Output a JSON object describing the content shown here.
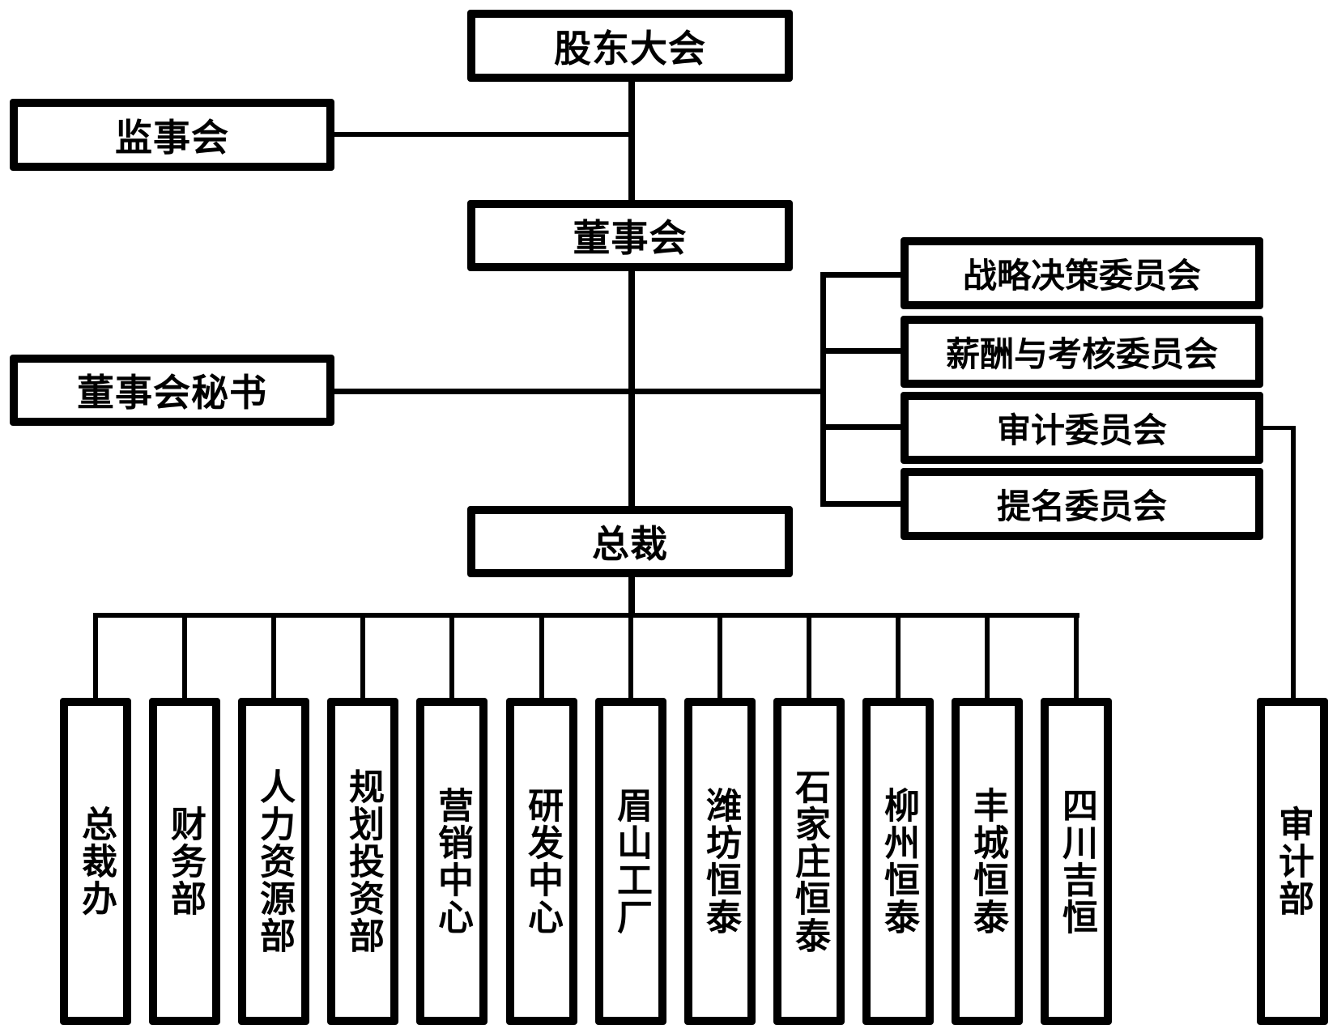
{
  "title": "公司组织结构图",
  "nodes": {
    "shareholders": "股东大会",
    "supervisory_board": "监事会",
    "board": "董事会",
    "board_secretary": "董事会秘书",
    "president": "总裁",
    "committees": [
      "战略决策委员会",
      "薪酬与考核委员会",
      "审计委员会",
      "提名委员会"
    ],
    "departments": [
      "总裁办",
      "财务部",
      "人力资源部",
      "规划投资部",
      "营销中心",
      "研发中心",
      "眉山工厂",
      "潍坊恒泰",
      "石家庄恒泰",
      "柳州恒泰",
      "丰城恒泰",
      "四川吉恒"
    ],
    "audit_dept": "审计部"
  },
  "colors": {
    "line": "#000000",
    "box_border": "#000000",
    "background": "#ffffff"
  }
}
